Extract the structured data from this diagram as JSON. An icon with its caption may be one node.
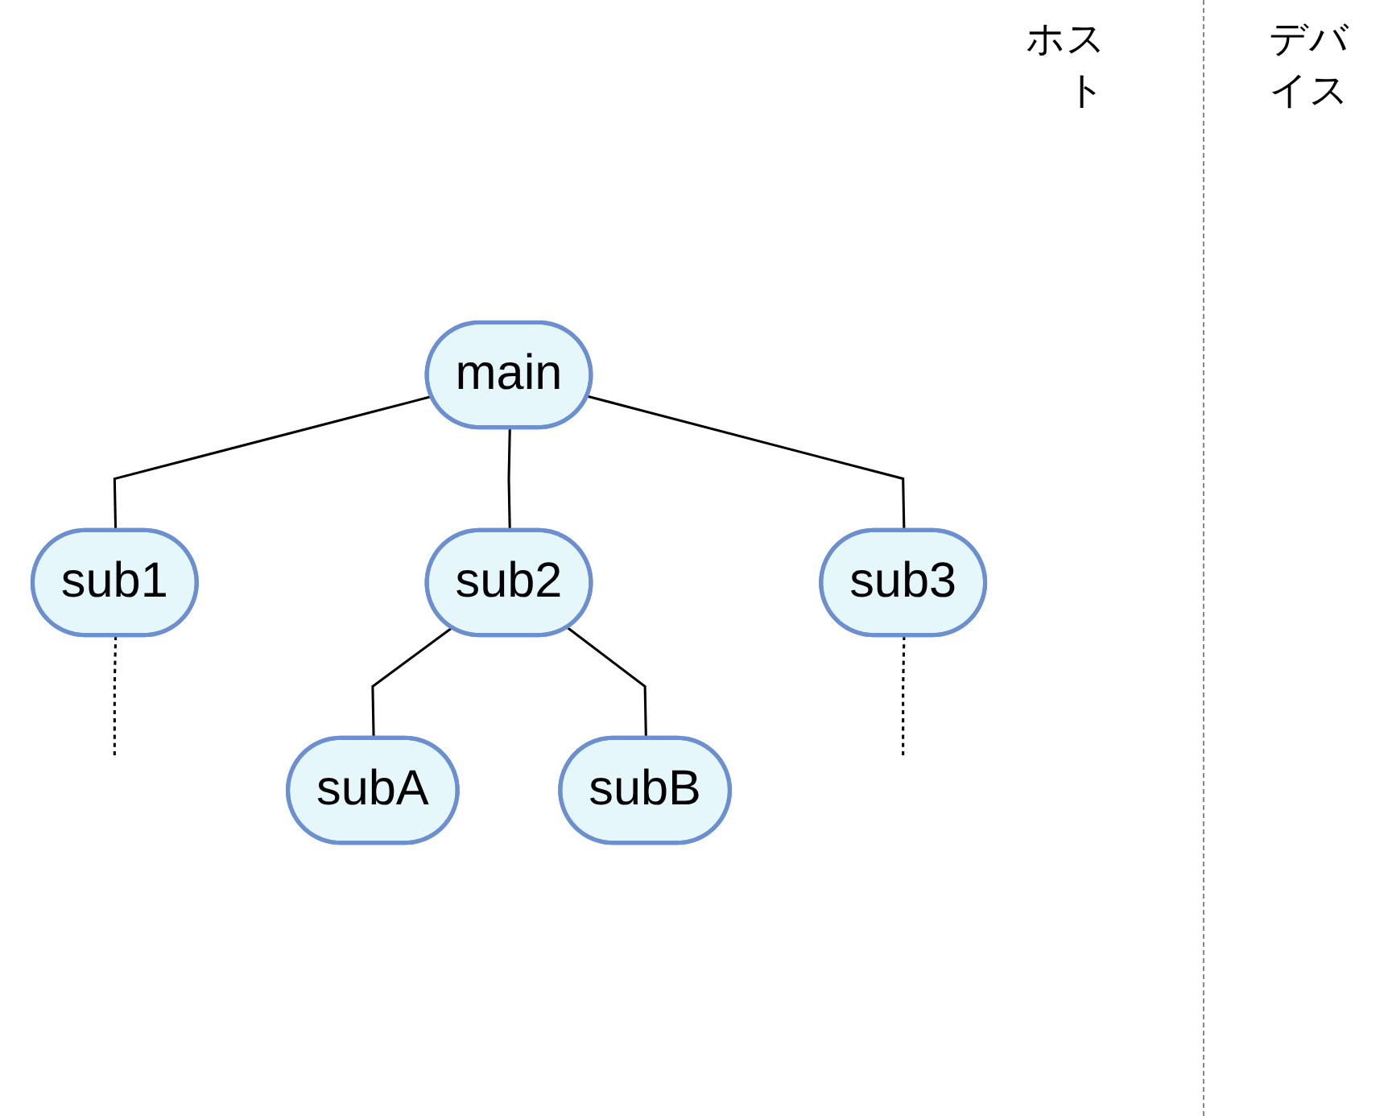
{
  "diagram": {
    "nodes": [
      {
        "text": [
          "main"
        ]
      },
      {
        "text": [
          "sub1"
        ]
      },
      {
        "text": [
          "sub2"
        ]
      },
      {
        "text": [
          "sub3"
        ]
      },
      {
        "text": [
          "subA"
        ]
      },
      {
        "text": [
          "subB"
        ]
      }
    ],
    "edges": [
      {
        "from": 0,
        "to": 1,
        "arrow": "none"
      },
      {
        "from": 0,
        "to": 2,
        "arrow": "none"
      },
      {
        "from": 0,
        "to": 3,
        "arrow": "none"
      },
      {
        "from": 1,
        "to": null,
        "arrow": "none",
        "style": "dashed"
      },
      {
        "from": 2,
        "to": 4,
        "arrow": "none"
      },
      {
        "from": 2,
        "to": 5,
        "arrow": "none"
      },
      {
        "from": 3,
        "to": null,
        "arrow": "none",
        "style": "dashed"
      }
    ],
    "labels": [
      "ホスト",
      "デバイス"
    ]
  }
}
